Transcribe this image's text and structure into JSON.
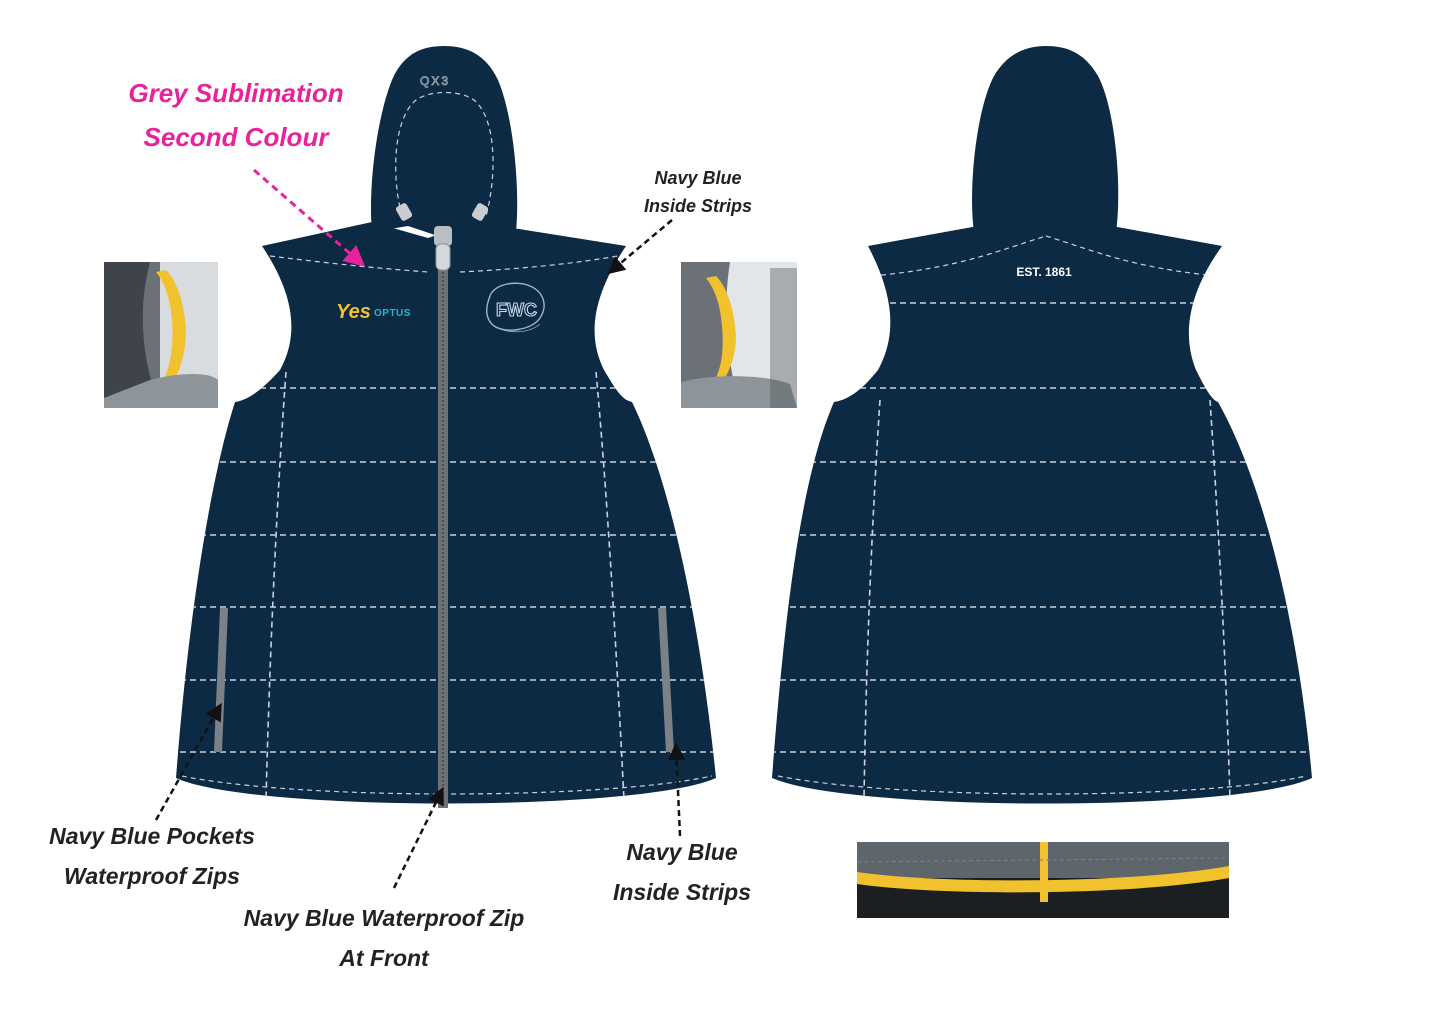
{
  "annotations": {
    "grey_sublimation_line1": "Grey Sublimation",
    "grey_sublimation_line2": "Second Colour",
    "inside_strips_top_line1": "Navy Blue",
    "inside_strips_top_line2": "Inside Strips",
    "pockets_line1": "Navy Blue Pockets",
    "pockets_line2": "Waterproof Zips",
    "zip_line1": "Navy Blue Waterproof Zip",
    "zip_line2": "At Front",
    "inside_strips_bottom_line1": "Navy Blue",
    "inside_strips_bottom_line2": "Inside Strips"
  },
  "front": {
    "hood_brand": "QX3",
    "sponsor_yes": "Yes",
    "sponsor_optus": "OPTUS",
    "club_logo": "FWC"
  },
  "back": {
    "est_text": "EST. 1861"
  },
  "colors": {
    "navy": "#0d2a45",
    "stitch": "#c9d2dc",
    "pink": "#e8239a",
    "zip_grey": "#6d7277",
    "lining_yellow": "#f2c12e",
    "sublimation_grey": "#8d949a"
  }
}
